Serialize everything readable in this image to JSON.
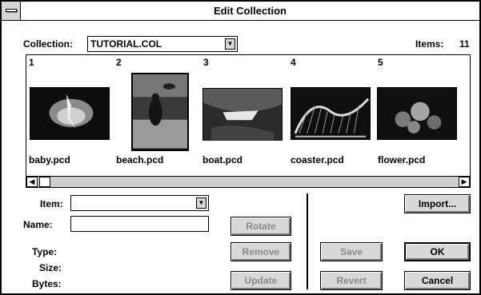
{
  "window": {
    "title": "Edit Collection"
  },
  "collection": {
    "label": "Collection:",
    "value": "TUTORIAL.COL",
    "items_label": "Items:",
    "items_count": "11"
  },
  "thumbnails": [
    {
      "num": "1",
      "name": "baby.pcd"
    },
    {
      "num": "2",
      "name": "beach.pcd"
    },
    {
      "num": "3",
      "name": "boat.pcd"
    },
    {
      "num": "4",
      "name": "coaster.pcd"
    },
    {
      "num": "5",
      "name": "flower.pcd"
    }
  ],
  "form": {
    "item_label": "Item:",
    "item_value": "",
    "name_label": "Name:",
    "name_value": "",
    "type_label": "Type:",
    "size_label": "Size:",
    "bytes_label": "Bytes:"
  },
  "buttons": {
    "import": "Import...",
    "rotate": "Rotate",
    "remove": "Remove",
    "update": "Update",
    "save": "Save",
    "revert": "Revert",
    "ok": "OK",
    "cancel": "Cancel"
  },
  "icons": {
    "scroll_left": "left-arrow-icon",
    "scroll_right": "right-arrow-icon",
    "dropdown": "dropdown-arrow-icon",
    "system_menu": "system-menu-icon"
  },
  "colors": {
    "background": "#ffffff",
    "button_face": "#d8d8d8",
    "disabled_text": "#8a8a8a",
    "thumb_dark": "#1a1a1a"
  }
}
